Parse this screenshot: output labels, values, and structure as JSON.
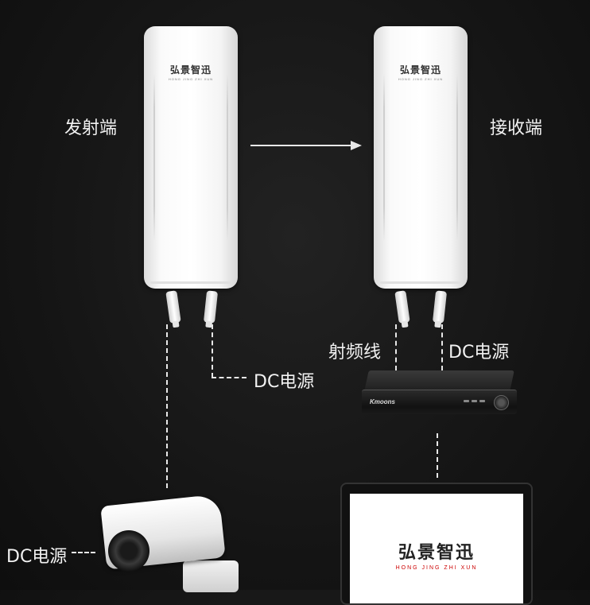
{
  "labels": {
    "transmitter": "发射端",
    "receiver": "接收端",
    "dc_power_tx": "DC电源",
    "rf_cable": "射频线",
    "dc_power_rx": "DC电源",
    "dc_power_camera": "DC电源"
  },
  "brand": {
    "name": "弘景智迅",
    "subtitle": "HONG JING ZHI XUN"
  },
  "dvr": {
    "logo": "Kmoons"
  },
  "colors": {
    "background": "#151515",
    "device_white": "#ffffff",
    "line": "#e8e8e8",
    "brand_accent": "#cc0000"
  }
}
